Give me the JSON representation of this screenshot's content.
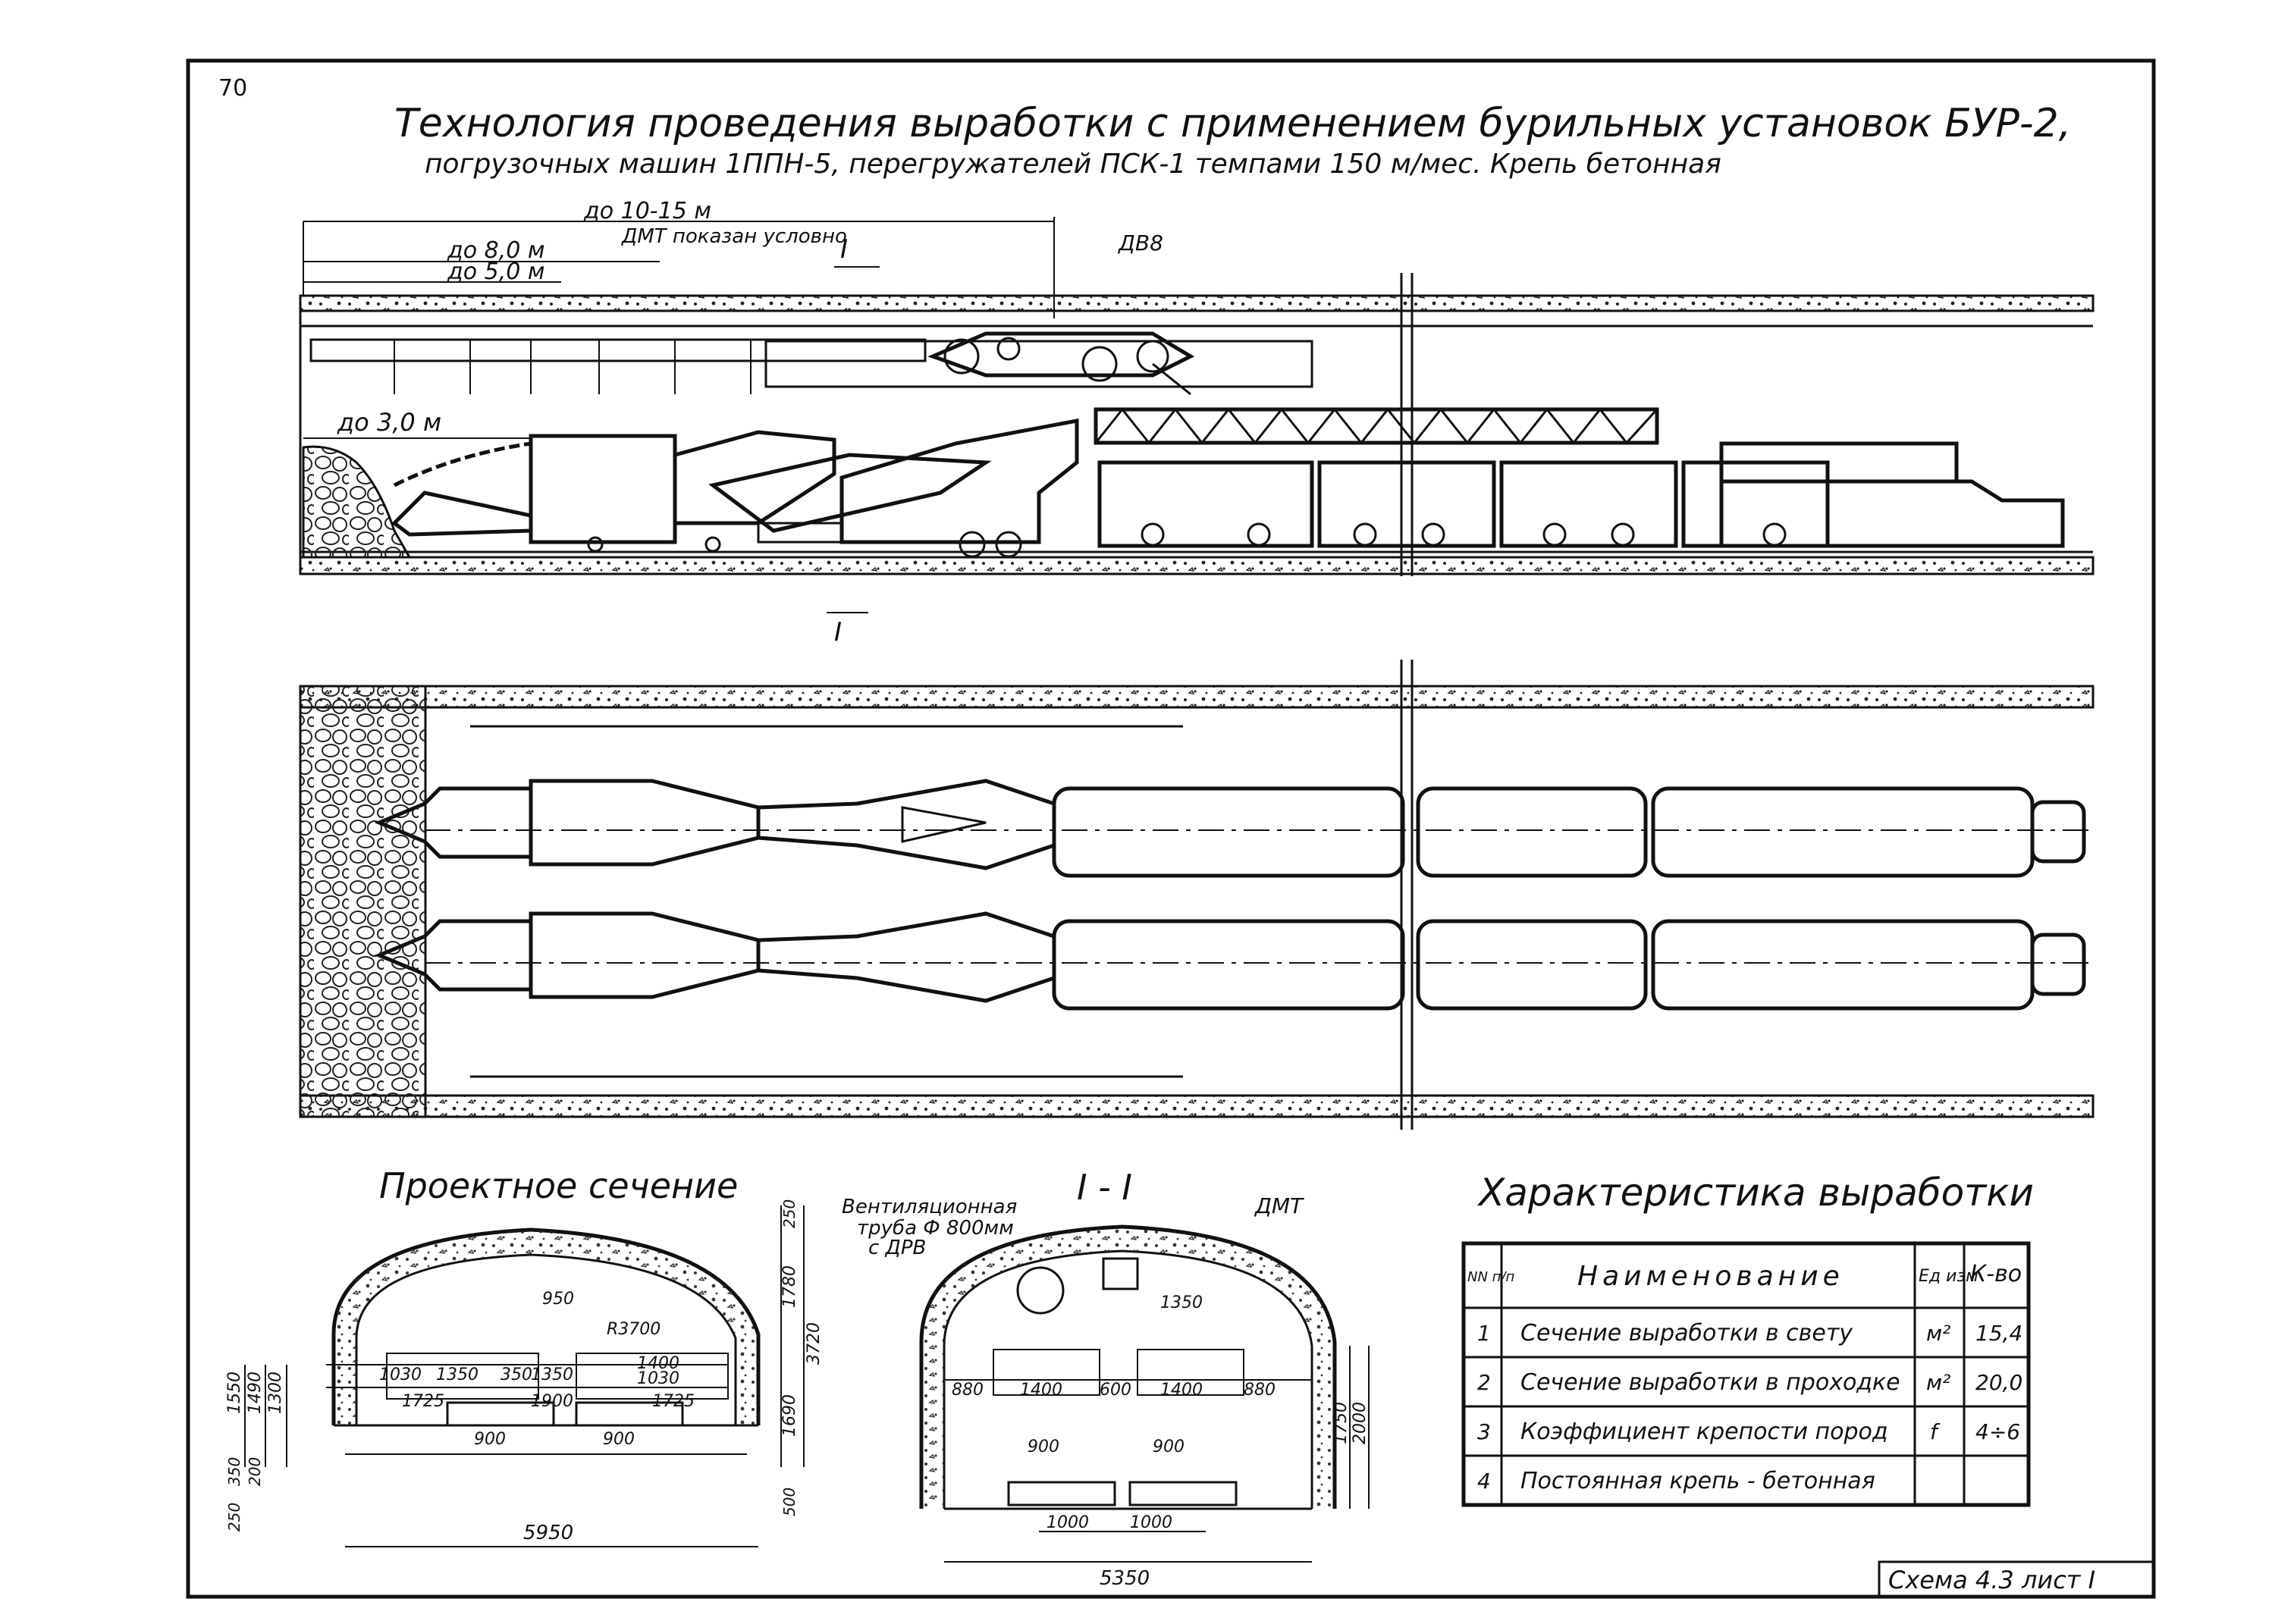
{
  "page_number": "70",
  "title_line1": "Технология проведения выработки с применением бурильных установок БУР-2,",
  "title_line2": "погрузочных машин 1ППН-5, перегружателей ПСК-1 темпами 150 м/мес. Крепь бетонная",
  "side_view": {
    "dim_1": "до 10-15 м",
    "dim_2": "до 8,0 м",
    "dim_3": "до 5,0 м",
    "dim_4": "до 3,0 м",
    "note": "ДМТ показан условно",
    "ventilator": "ДВ8",
    "section_mark": "I"
  },
  "project_section": {
    "title": "Проектное сечение",
    "dims": {
      "d950": "950",
      "d1030a": "1030",
      "d1350a": "1350",
      "d350": "350",
      "d1350b": "1350",
      "d1400": "1400",
      "d1030b": "1030",
      "d1725a": "1725",
      "d1900": "1900",
      "d1725b": "1725",
      "d900a": "900",
      "d900b": "900",
      "radius": "R3700",
      "d1550": "1550",
      "d1490": "1490",
      "d1300": "1300",
      "d350v": "350",
      "d200": "200",
      "d250": "250",
      "width": "5950",
      "top250": "250",
      "d1780": "1780",
      "d3720": "3720",
      "d1690": "1690",
      "d500": "500"
    }
  },
  "section_I": {
    "title": "I - I",
    "vent_label_1": "Вентиляционная",
    "vent_label_2": "труба Ф 800мм",
    "vent_label_3": "с ДРВ",
    "dmt": "ДМТ",
    "dims": {
      "d1350": "1350",
      "d880a": "880",
      "d1400a": "1400",
      "d600": "600",
      "d1400b": "1400",
      "d880b": "880",
      "d900a": "900",
      "d900b": "900",
      "d1000a": "1000",
      "d1000b": "1000",
      "width": "5350",
      "d1750": "1750",
      "d2000": "2000"
    }
  },
  "characteristics": {
    "title": "Характеристика выработки",
    "headers": {
      "num": "NN п/п",
      "name": "Наименование",
      "unit": "Ед изм",
      "qty": "К-во"
    },
    "rows": [
      {
        "num": "1",
        "name": "Сечение выработки в свету",
        "unit": "м²",
        "qty": "15,4"
      },
      {
        "num": "2",
        "name": "Сечение выработки в проходке",
        "unit": "м²",
        "qty": "20,0"
      },
      {
        "num": "3",
        "name": "Коэффициент крепости пород",
        "unit": "f",
        "qty": "4÷6"
      },
      {
        "num": "4",
        "name": "Постоянная крепь - бетонная",
        "unit": "",
        "qty": ""
      }
    ]
  },
  "sheet_label": "Схема 4.3 лист I"
}
